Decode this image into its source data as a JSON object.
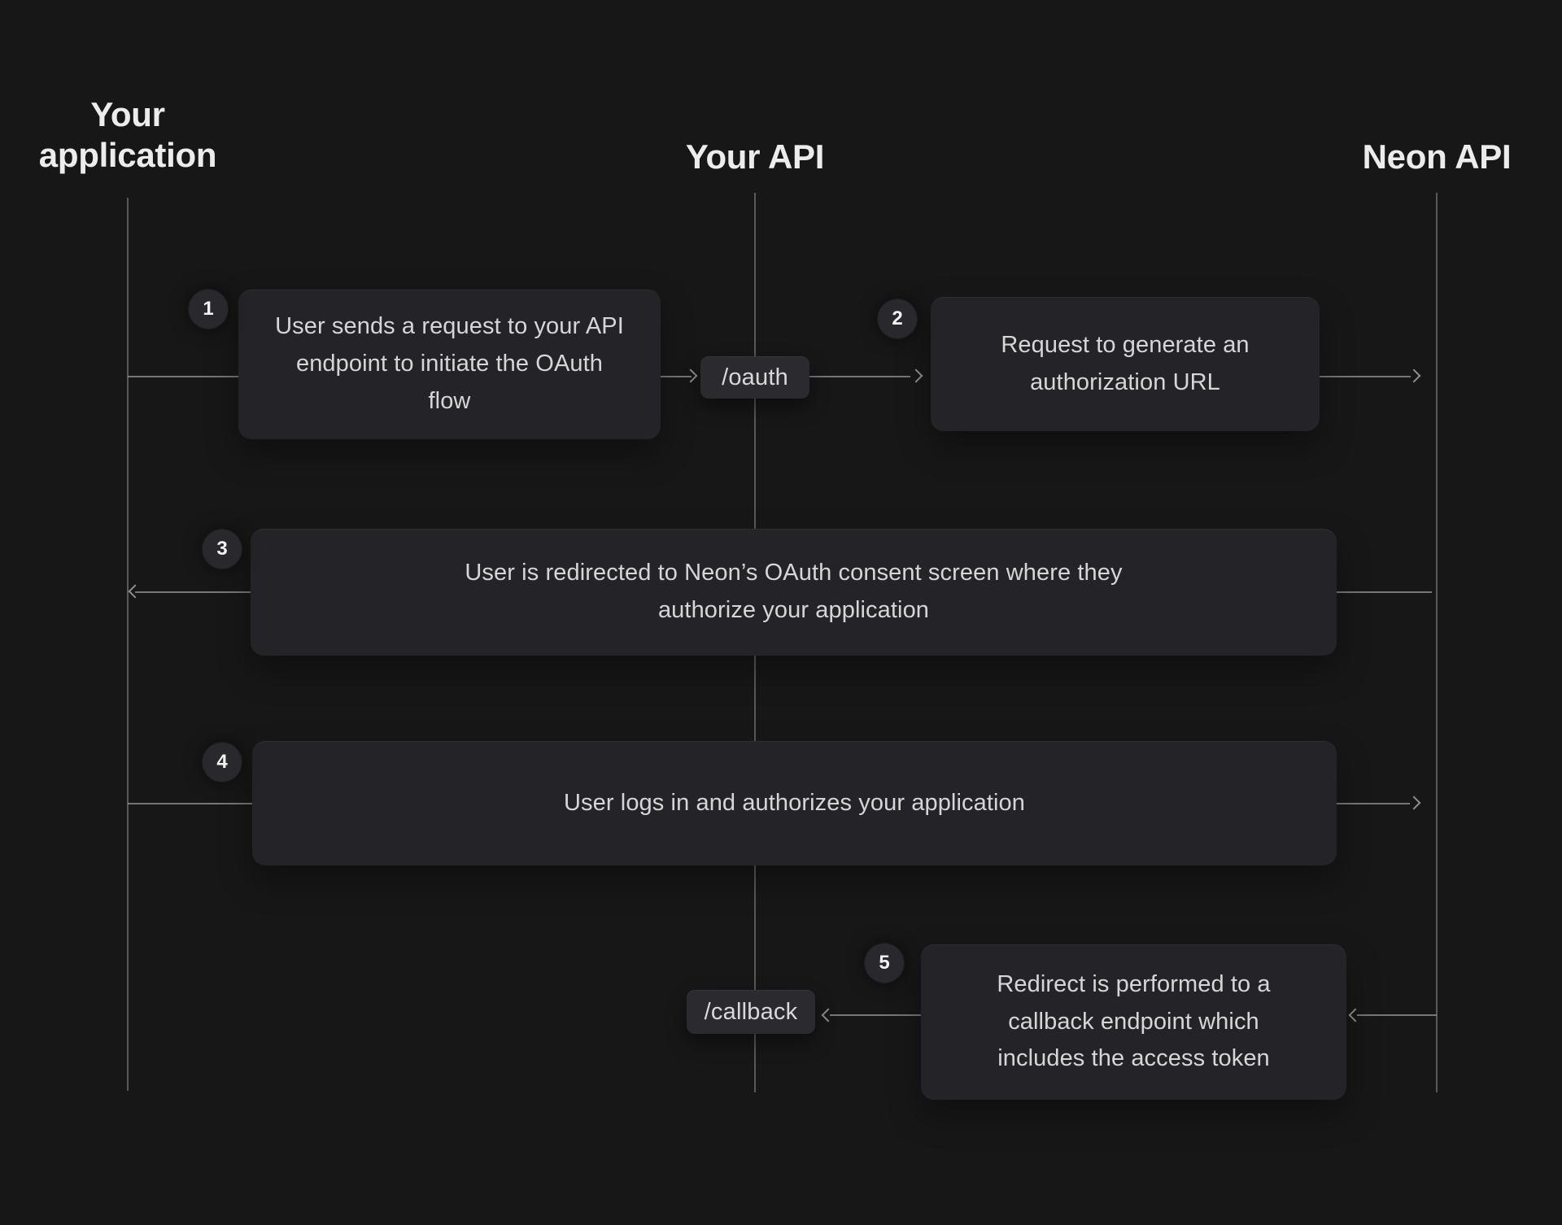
{
  "colors": {
    "background": "#171717",
    "surface": "#242428",
    "pill": "#2b2b2f",
    "badge": "#29292d",
    "line": "#8f8f8f",
    "heading_text": "#ececec",
    "body_text": "#d6d6d6"
  },
  "lanes": [
    {
      "id": "your-application",
      "label": "Your application"
    },
    {
      "id": "your-api",
      "label": "Your API"
    },
    {
      "id": "neon-api",
      "label": "Neon API"
    }
  ],
  "steps": [
    {
      "num": "1",
      "text": "User sends a request to your API endpoint to initiate the OAuth flow"
    },
    {
      "num": "2",
      "text": "Request to generate an authorization URL"
    },
    {
      "num": "3",
      "text": "User is redirected to Neon’s OAuth consent screen where they authorize your application"
    },
    {
      "num": "4",
      "text": "User logs in and authorizes your application"
    },
    {
      "num": "5",
      "text": "Redirect is performed to a callback endpoint which includes the access token"
    }
  ],
  "endpoints": {
    "oauth": {
      "label": "/oauth"
    },
    "callback": {
      "label": "/callback"
    }
  }
}
